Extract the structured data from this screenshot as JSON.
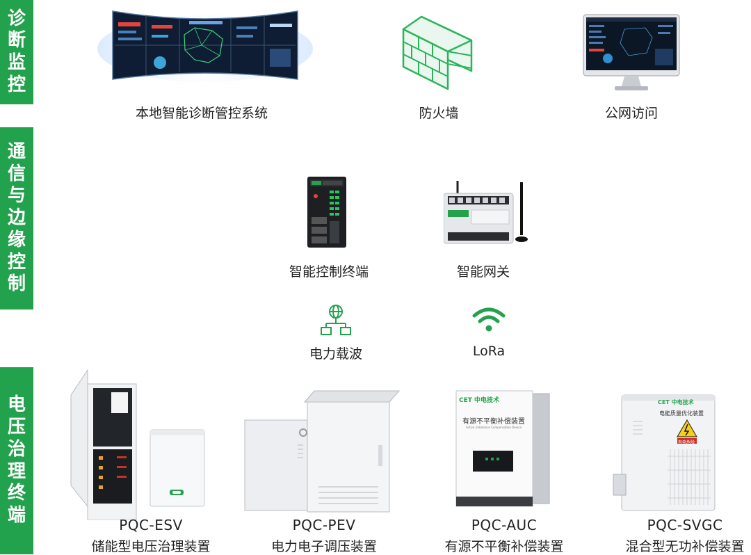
{
  "sections": {
    "diagnose": "诊断监控",
    "comm": "通信与边缘控制",
    "terminal": "电压治理终端"
  },
  "top": {
    "local": "本地智能诊断管控系统",
    "firewall": "防火墙",
    "public": "公网访问"
  },
  "middle": {
    "controller": "智能控制终端",
    "gateway": "智能网关",
    "plc": "电力载波",
    "lora": "LoRa"
  },
  "devices": [
    {
      "model": "PQC-ESV",
      "name": "储能型电压治理装置"
    },
    {
      "model": "PQC-PEV",
      "name": "电力电子调压装置"
    },
    {
      "model": "PQC-AUC",
      "name": "有源不平衡补偿装置",
      "brand": "CET 中电技术",
      "panel": "有源不平衡补偿装置",
      "panel_en": "Active Unbalance Compensation Device"
    },
    {
      "model": "PQC-SVGC",
      "name": "混合型无功补偿装置",
      "brand": "CET 中电技术",
      "panel": "电能质量优化装置",
      "warn": "有电危险"
    }
  ],
  "colors": {
    "accent": "#23a24d"
  }
}
